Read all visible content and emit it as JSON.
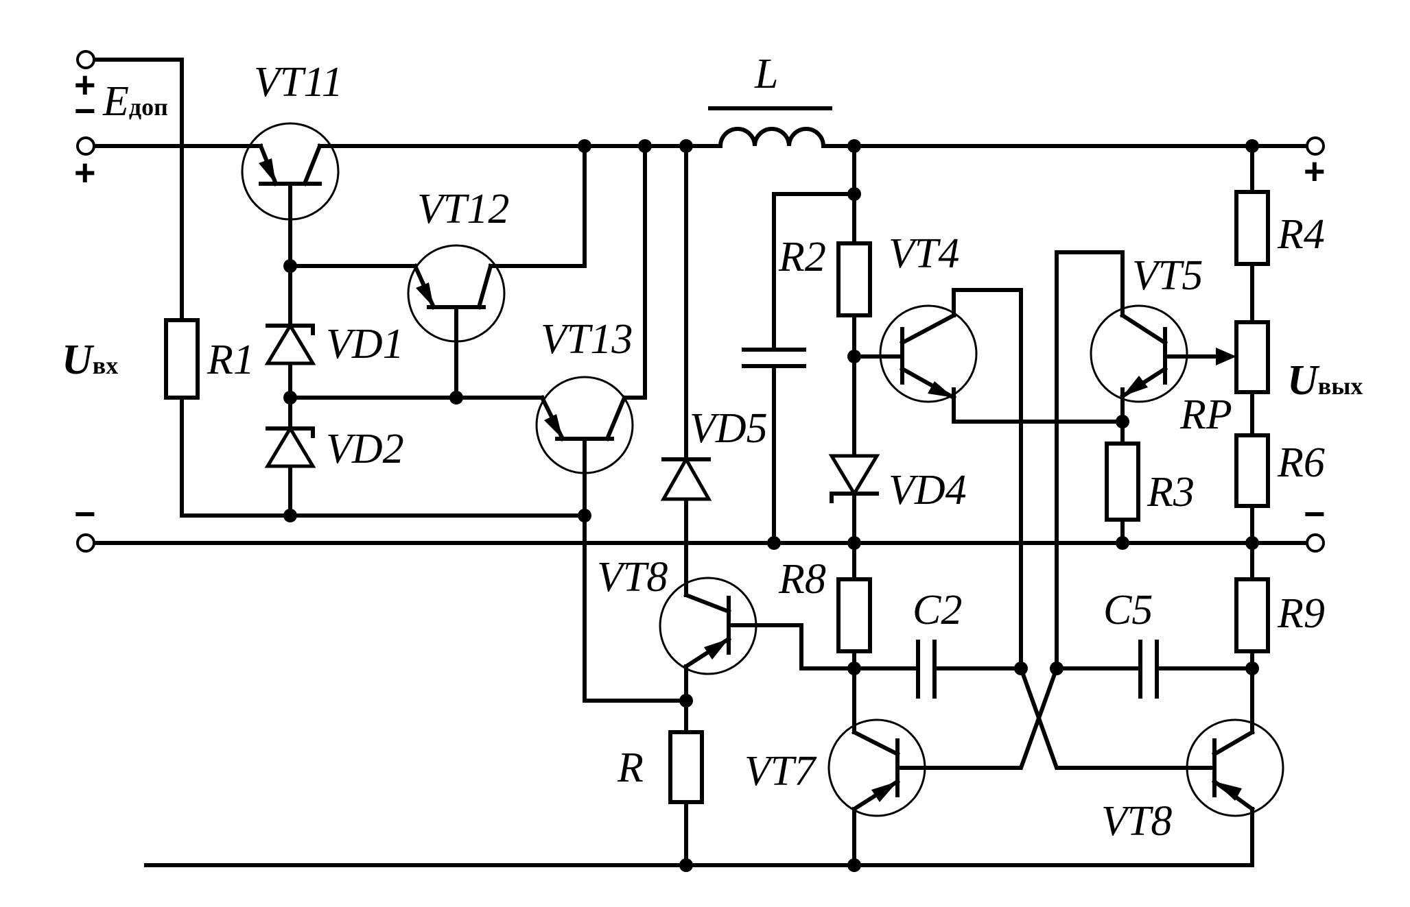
{
  "labels": {
    "e_add": "E",
    "e_add_sub": "доп",
    "u_in": "U",
    "u_in_sub": "вх",
    "u_out": "U",
    "u_out_sub": "вых",
    "vt11": "VT11",
    "vt12": "VT12",
    "vt13": "VT13",
    "vt4": "VT4",
    "vt5": "VT5",
    "vt8_upper": "VT8",
    "vt7": "VT7",
    "vt8_lower": "VT8",
    "r1": "R1",
    "r2": "R2",
    "r3": "R3",
    "r4": "R4",
    "rp": "RP",
    "r6": "R6",
    "r8": "R8",
    "r9": "R9",
    "r": "R",
    "vd1": "VD1",
    "vd2": "VD2",
    "vd4": "VD4",
    "vd5": "VD5",
    "c2": "C2",
    "c5": "C5",
    "l": "L"
  },
  "signs": {
    "plus": "+",
    "minus": "−"
  }
}
